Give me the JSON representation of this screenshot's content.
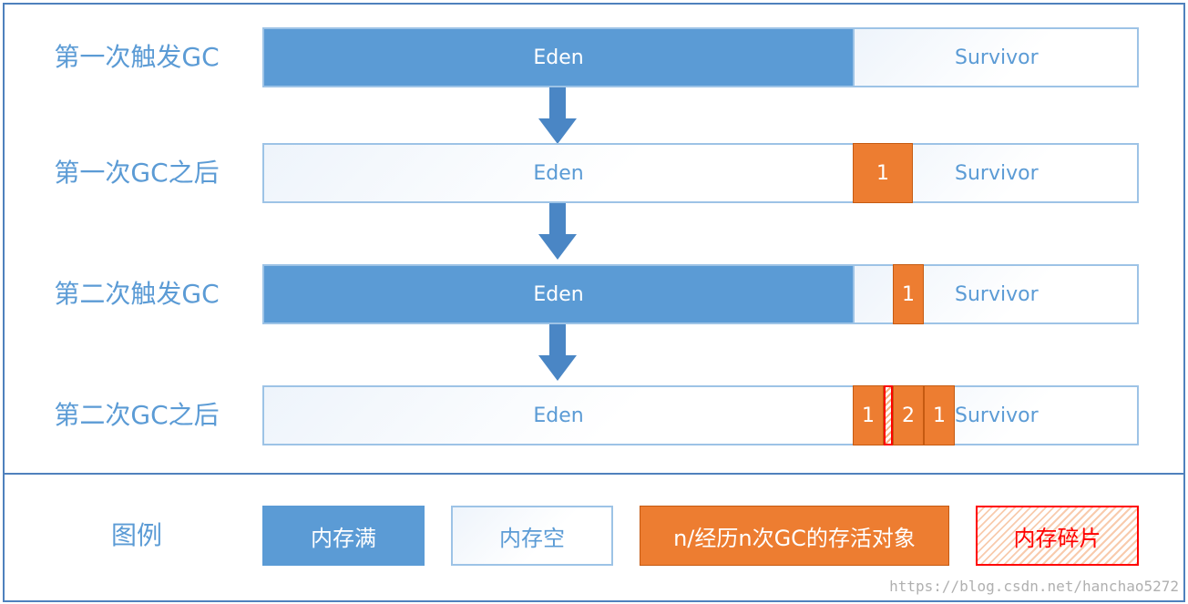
{
  "rows": [
    {
      "label": "第一次触发GC",
      "eden": "Eden",
      "survivor": "Survivor"
    },
    {
      "label": "第一次GC之后",
      "eden": "Eden",
      "survivor": "Survivor",
      "objects": [
        "1"
      ]
    },
    {
      "label": "第二次触发GC",
      "eden": "Eden",
      "survivor": "Survivor",
      "objects": [
        "1"
      ]
    },
    {
      "label": "第二次GC之后",
      "eden": "Eden",
      "survivor": "Survivor",
      "objects": [
        "1",
        "2",
        "1"
      ]
    }
  ],
  "legend": {
    "title": "图例",
    "full": "内存满",
    "empty": "内存空",
    "survived": "n/经历n次GC的存活对象",
    "fragment": "内存碎片"
  },
  "colors": {
    "full": "#5b9bd5",
    "border": "#9dc3e6",
    "object": "#ed7d31",
    "fragment": "#ff0000",
    "arrow": "#4a86c5"
  },
  "watermark": "https://blog.csdn.net/hanchao5272"
}
